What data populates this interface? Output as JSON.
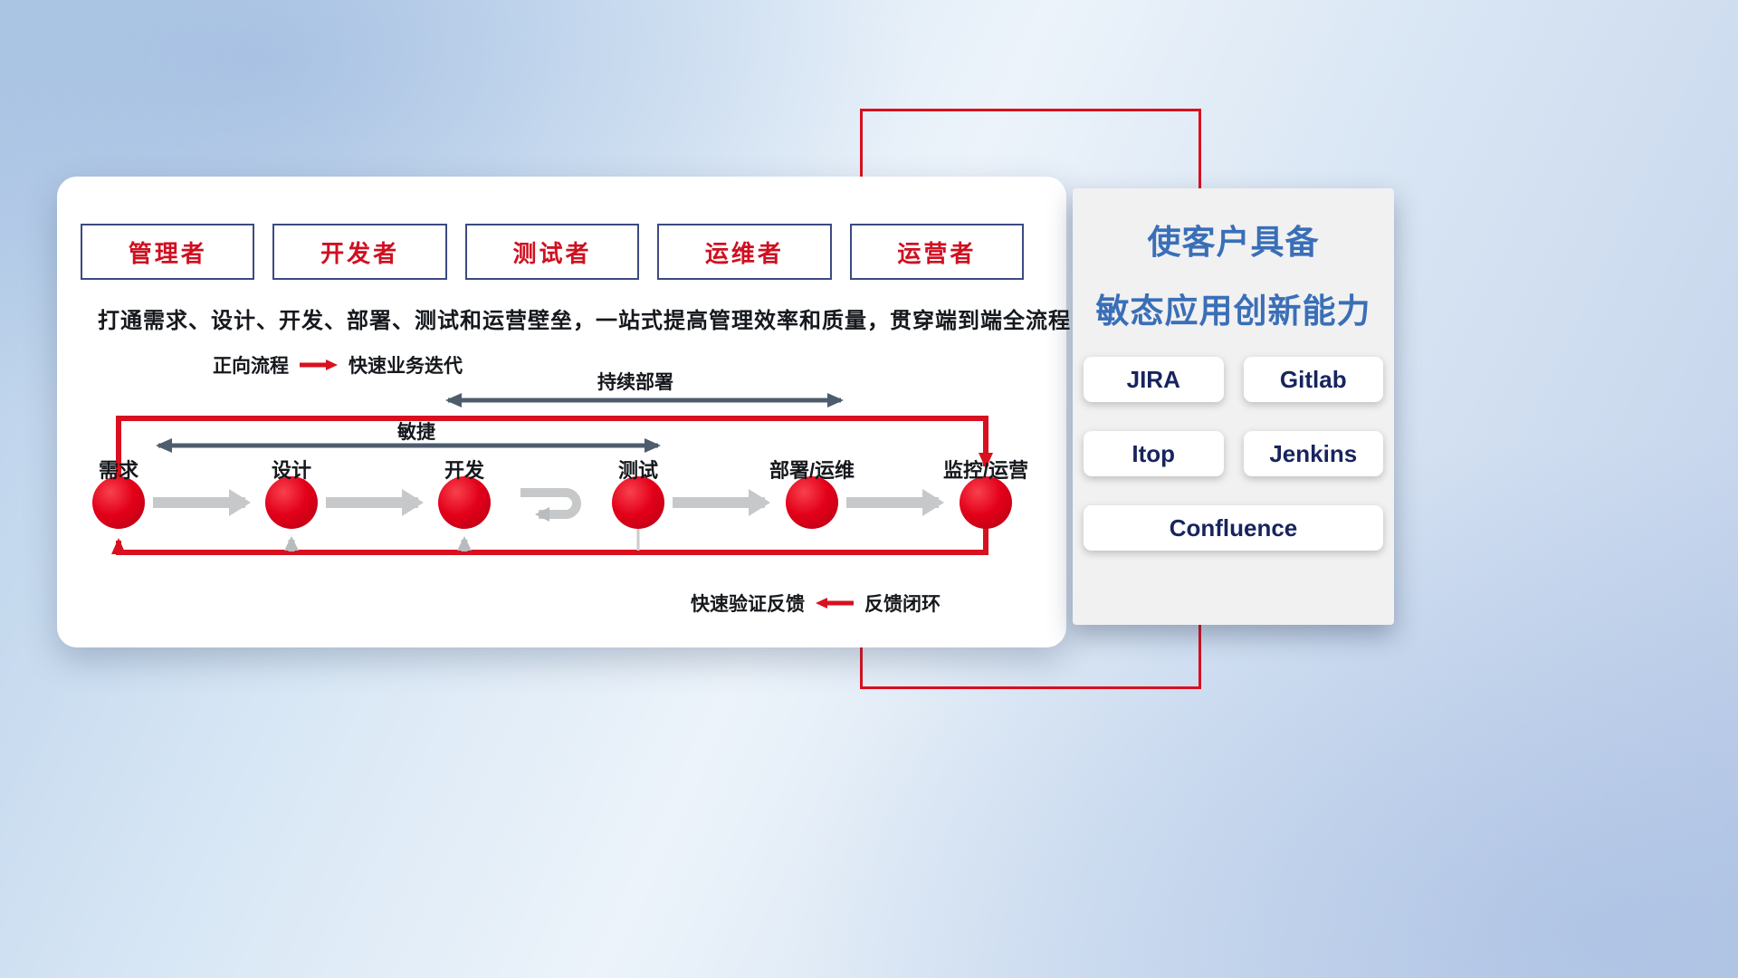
{
  "roles": [
    "管理者",
    "开发者",
    "测试者",
    "运维者",
    "运营者"
  ],
  "description": "打通需求、设计、开发、部署、测试和运营壁垒，一站式提高管理效率和质量，贯穿端到端全流程",
  "legends": {
    "forward_label": "正向流程",
    "forward_text": "快速业务迭代",
    "feedback_text": "快速验证反馈",
    "feedback_label": "反馈闭环"
  },
  "flow": {
    "agile_label": "敏捷",
    "continuous_deploy_label": "持续部署",
    "stages": [
      "需求",
      "设计",
      "开发",
      "测试",
      "部署/运维",
      "监控/运营"
    ]
  },
  "right_panel": {
    "title_line1": "使客户具备",
    "title_line2": "敏态应用创新能力",
    "tools": [
      "JIRA",
      "Gitlab",
      "Itop",
      "Jenkins",
      "Confluence"
    ]
  },
  "colors": {
    "accent_red": "#d9101f",
    "title_blue": "#3a6fb7",
    "dark_arrow": "#4e5d6d",
    "light_arrow": "#c6c8ca",
    "tool_text": "#17245e",
    "role_text": "#cf1021",
    "role_border": "#3c4a82"
  }
}
